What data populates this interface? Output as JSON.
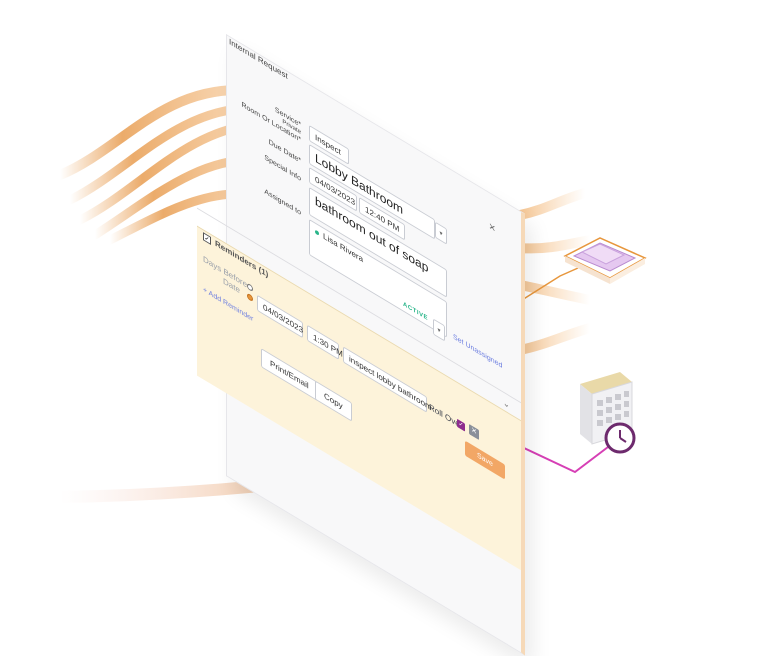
{
  "form": {
    "title": "Internal Request",
    "close_icon": "×",
    "labels": {
      "service": "Service*",
      "private": "Private",
      "room": "Room Or Location*",
      "due": "Due Date*",
      "special": "Special Info",
      "assigned": "Assigned to"
    },
    "values": {
      "service": "Inspect",
      "room": "Lobby Bathroom",
      "due_date": "04/03/2023",
      "due_time": "12:40 PM",
      "special": "bathroom out of soap",
      "assignee": "Lisa Rivera",
      "status": "ACTIVE"
    },
    "set_unassigned": "Set Unassigned"
  },
  "reminders": {
    "header": "Reminders (1)",
    "days_before": "Days Before",
    "date": "Date",
    "date_value": "04/03/2023",
    "time_value": "1:30 PM",
    "note_value": "inspect lobby bathroom",
    "roll_over": "Roll Over",
    "add_reminder": "+ Add Reminder"
  },
  "actions": {
    "print_email": "Print/Email",
    "copy": "Copy",
    "save": "Save"
  },
  "colors": {
    "accent_orange": "#e7963c",
    "connector_magenta": "#d63fb5",
    "active_green": "#2ab58a"
  },
  "icons": [
    "close-icon",
    "calendar-clock-icon",
    "soap-dispenser-icon",
    "dropdown-chevron-icon"
  ]
}
